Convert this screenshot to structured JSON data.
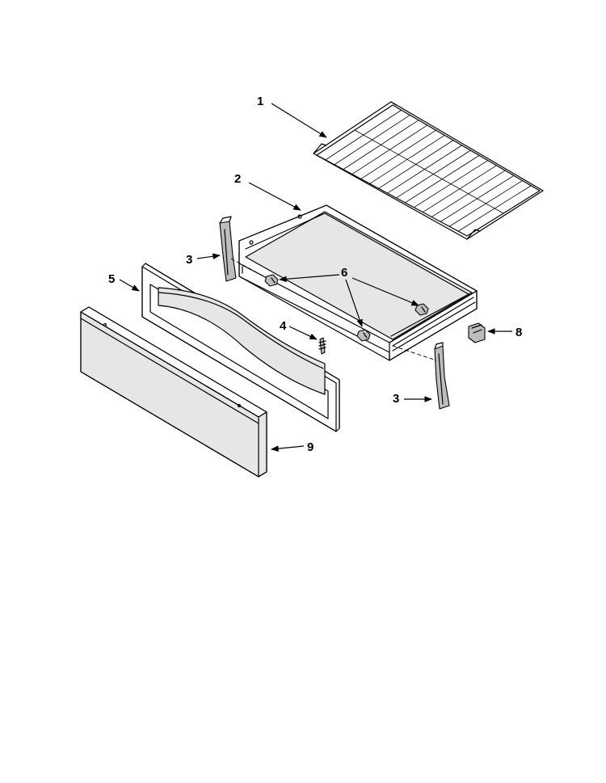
{
  "diagram": {
    "callouts": [
      {
        "id": "c1",
        "label": "1"
      },
      {
        "id": "c2",
        "label": "2"
      },
      {
        "id": "c3a",
        "label": "3"
      },
      {
        "id": "c3b",
        "label": "3"
      },
      {
        "id": "c4",
        "label": "4"
      },
      {
        "id": "c5",
        "label": "5"
      },
      {
        "id": "c6",
        "label": "6"
      },
      {
        "id": "c8",
        "label": "8"
      },
      {
        "id": "c9",
        "label": "9"
      }
    ],
    "parts": [
      "oven-rack",
      "drawer-body",
      "drawer-slide",
      "stud",
      "drawer-front-panel",
      "screw",
      "clip",
      "drawer-trim-panel"
    ],
    "colors": {
      "line": "#000000",
      "background": "#ffffff",
      "panel_fill": "#e6e6e6",
      "part_fill": "#bdbdbd"
    }
  }
}
